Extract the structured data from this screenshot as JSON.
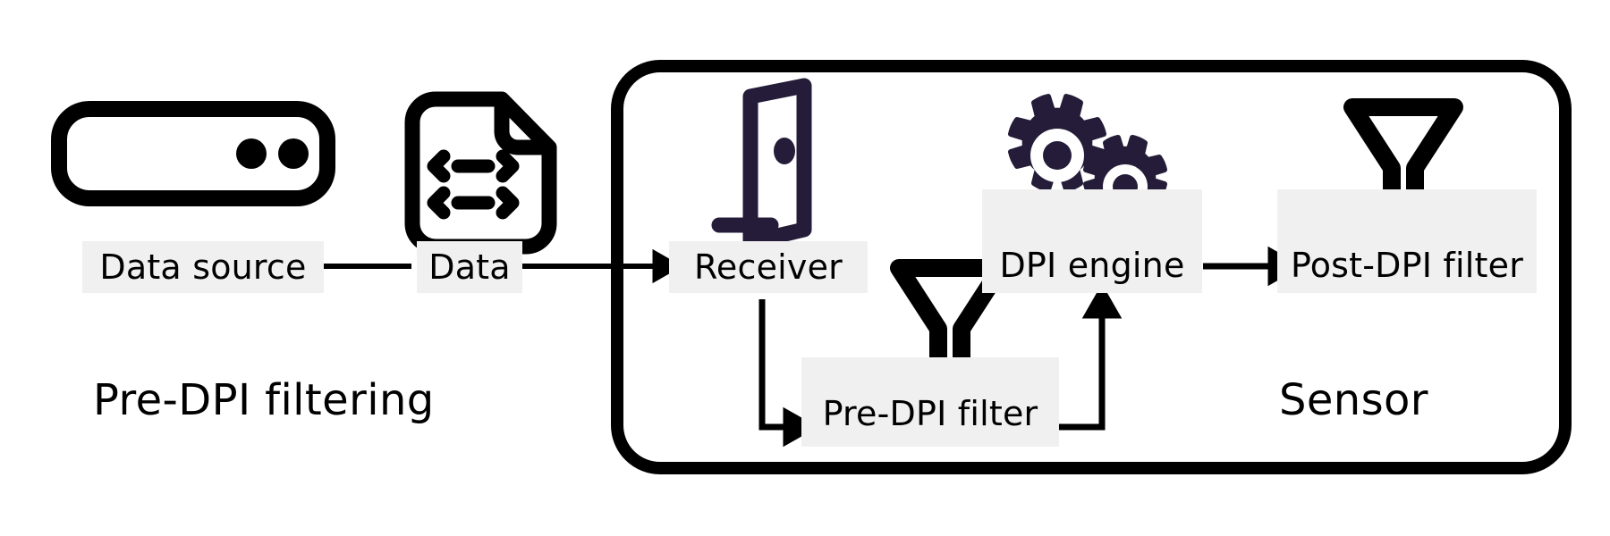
{
  "diagram": {
    "title_left": "Pre-DPI filtering",
    "title_container": "Sensor",
    "colors": {
      "stroke_black": "#000000",
      "icon_navy": "#241c38",
      "label_background": "#f0f0f0",
      "canvas": "#ffffff"
    },
    "nodes": [
      {
        "id": "data-source",
        "label": "Data source",
        "icon": "server-icon"
      },
      {
        "id": "data",
        "label": "Data",
        "icon": "data-file-icon"
      },
      {
        "id": "receiver",
        "label": "Receiver",
        "icon": "open-door-icon"
      },
      {
        "id": "pre-dpi-filter",
        "label": "Pre-DPI filter",
        "icon": "funnel-icon"
      },
      {
        "id": "dpi-engine",
        "label": "DPI engine",
        "icon": "gears-icon"
      },
      {
        "id": "post-dpi-filter",
        "label": "Post-DPI filter",
        "icon": "funnel-icon"
      }
    ],
    "connections": [
      {
        "id": "data-source-to-data",
        "from": "Data source",
        "to": "Data",
        "style": "line",
        "arrow": false
      },
      {
        "id": "data-to-receiver",
        "from": "Data",
        "to": "Receiver",
        "style": "line",
        "arrow": true
      },
      {
        "id": "receiver-to-prefilter",
        "from": "Receiver",
        "to": "Pre-DPI filter",
        "style": "elbow-down",
        "arrow": true
      },
      {
        "id": "prefilter-to-engine",
        "from": "Pre-DPI filter",
        "to": "DPI engine",
        "style": "elbow-up",
        "arrow": true
      },
      {
        "id": "engine-to-postfilter",
        "from": "DPI engine",
        "to": "Post-DPI filter",
        "style": "line",
        "arrow": true
      }
    ]
  }
}
